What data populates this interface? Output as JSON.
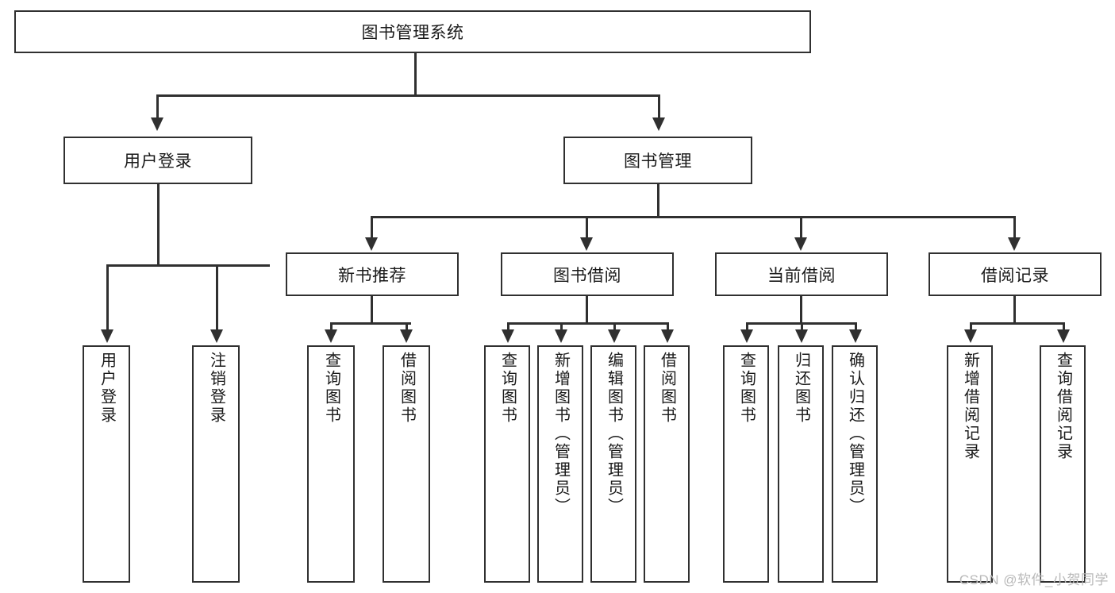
{
  "diagram": {
    "title": "图书管理系统",
    "type": "tree-hierarchy-diagram",
    "root": {
      "label": "图书管理系统"
    },
    "level2": [
      {
        "label": "用户登录"
      },
      {
        "label": "图书管理"
      }
    ],
    "level3": [
      {
        "label": "新书推荐"
      },
      {
        "label": "图书借阅"
      },
      {
        "label": "当前借阅"
      },
      {
        "label": "借阅记录"
      }
    ],
    "leaves": {
      "user_login": [
        {
          "label": "用户登录"
        },
        {
          "label": "注销登录"
        }
      ],
      "new_book_recommend": [
        {
          "label": "查询图书"
        },
        {
          "label": "借阅图书"
        }
      ],
      "book_borrow": [
        {
          "label": "查询图书"
        },
        {
          "label": "新增图书（管理员）"
        },
        {
          "label": "编辑图书（管理员）"
        },
        {
          "label": "借阅图书"
        }
      ],
      "current_borrow": [
        {
          "label": "查询图书"
        },
        {
          "label": "归还图书"
        },
        {
          "label": "确认归还（管理员）"
        }
      ],
      "borrow_records": [
        {
          "label": "新增借阅记录"
        },
        {
          "label": "查询借阅记录"
        }
      ]
    },
    "watermark": "CSDN @软件_小贺同学",
    "colors": {
      "stroke": "#303030",
      "background": "#ffffff",
      "text": "#1a1a1a",
      "watermark": "#b9b9b9"
    }
  }
}
